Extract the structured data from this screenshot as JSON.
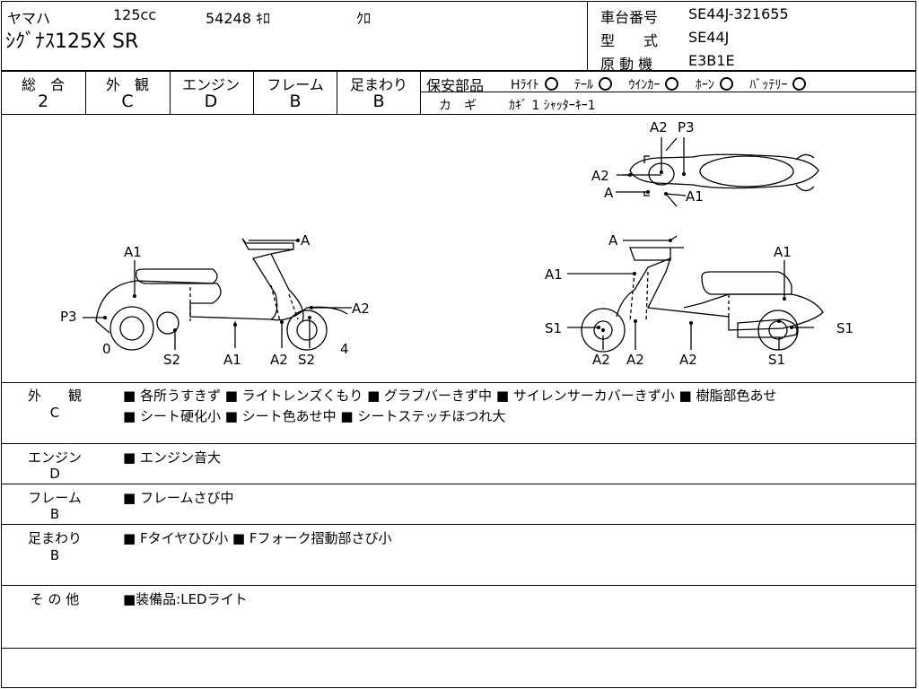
{
  "header": {
    "maker": "ヤマハ",
    "displacement": "125cc",
    "mileage": "54248 ｷﾛ",
    "color": "ｸﾛ",
    "model_name": "ｼｸﾞﾅｽ125X SR",
    "frame_no_label": "車台番号",
    "frame_no": "SE44J-321655",
    "type_label": "型　　式",
    "type": "SE44J",
    "engine_label": "原 動 機",
    "engine": "E3B1E"
  },
  "grades": [
    {
      "label": "総　合",
      "value": "2"
    },
    {
      "label": "外　観",
      "value": "C"
    },
    {
      "label": "エンジン",
      "value": "D"
    },
    {
      "label": "フレーム",
      "value": "B"
    },
    {
      "label": "足まわり",
      "value": "B"
    }
  ],
  "safety": {
    "label": "保安部品",
    "items": [
      "Hﾗｲﾄ",
      "ﾃｰﾙ",
      "ｳｲﾝｶｰ",
      "ﾎｰﾝ",
      "ﾊﾞｯﾃﾘｰ"
    ],
    "key_label": "カ　ギ",
    "key_text": "ｶｷﾞ 1 ｼｬｯﾀｰｷｰ1"
  },
  "diagram_labels": {
    "left_view": [
      "A1",
      "A",
      "P3",
      "A2",
      "0",
      "4",
      "S2",
      "A1",
      "A2",
      "S2"
    ],
    "top_view": [
      "A2",
      "P3",
      "A2",
      "A",
      "A1"
    ],
    "right_view": [
      "A",
      "A1",
      "A1",
      "S1",
      "S1",
      "A2",
      "A2",
      "A2",
      "S1"
    ]
  },
  "sections": [
    {
      "label": "外　　観",
      "grade": "C",
      "lines": [
        "■ 各所うすきず ■ ライトレンズくもり ■ グラブバーきず中 ■ サイレンサーカバーきず小 ■ 樹脂部色あせ",
        "■ シート硬化小 ■ シート色あせ中 ■ シートステッチほつれ大"
      ]
    },
    {
      "label": "エンジン",
      "grade": "D",
      "lines": [
        "■ エンジン音大"
      ]
    },
    {
      "label": "フレーム",
      "grade": "B",
      "lines": [
        "■ フレームさび中"
      ]
    },
    {
      "label": "足まわり",
      "grade": "B",
      "lines": [
        "■ Fタイヤひび小 ■ Fフォーク摺動部さび小"
      ]
    },
    {
      "label": "そ の 他",
      "grade": "",
      "lines": [
        "■装備品:LEDライト"
      ]
    }
  ]
}
